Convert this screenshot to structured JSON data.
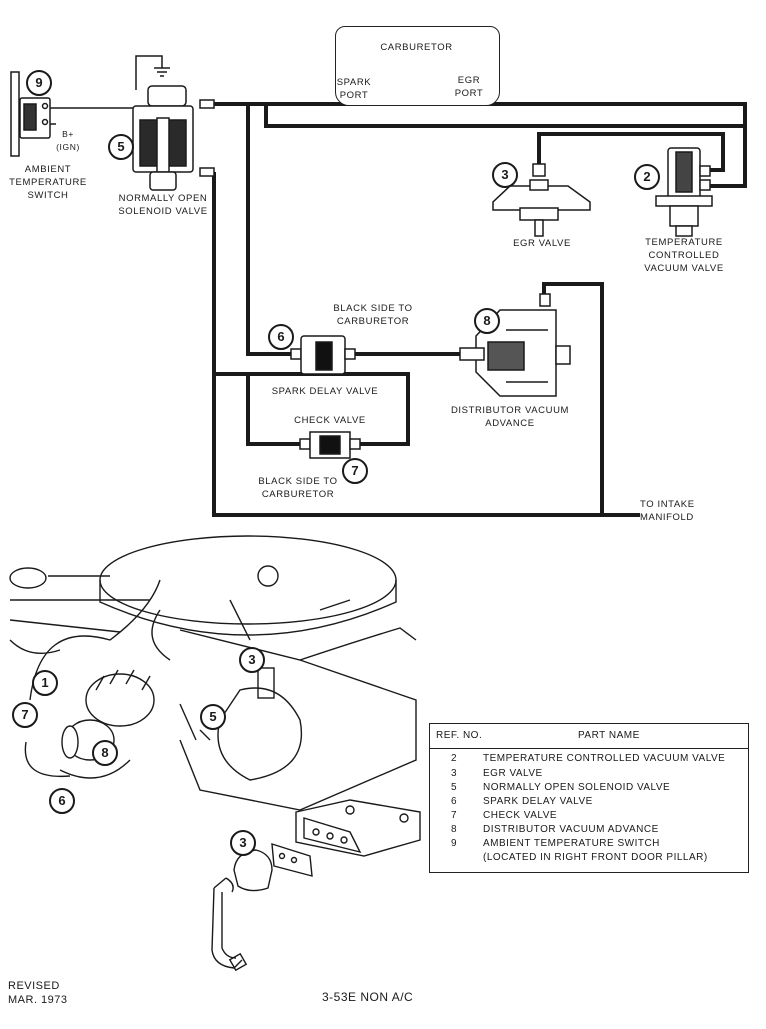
{
  "labels": {
    "carburetor": "CARBURETOR",
    "spark_port": "SPARK\nPORT",
    "egr_port": "EGR\nPORT",
    "ambient_switch": "AMBIENT\nTEMPERATURE\nSWITCH",
    "b_plus": "B+\n(IGN)",
    "solenoid": "NORMALLY OPEN\nSOLENOID VALVE",
    "egr_valve": "EGR VALVE",
    "temp_valve": "TEMPERATURE\nCONTROLLED\nVACUUM VALVE",
    "black_side_top": "BLACK SIDE TO\nCARBURETOR",
    "spark_delay": "SPARK DELAY VALVE",
    "distributor": "DISTRIBUTOR VACUUM\nADVANCE",
    "check_valve": "CHECK VALVE",
    "black_side_bottom": "BLACK SIDE TO\nCARBURETOR",
    "intake": "TO INTAKE\nMANIFOLD"
  },
  "callouts": {
    "n9": "9",
    "n5": "5",
    "n3": "3",
    "n2": "2",
    "n6": "6",
    "n8": "8",
    "n7": "7",
    "e3": "3",
    "e1": "1",
    "e7": "7",
    "e5": "5",
    "e8": "8",
    "e6": "6",
    "e3b": "3"
  },
  "table": {
    "header_ref": "REF. NO.",
    "header_part": "PART NAME",
    "rows": [
      {
        "ref": "2",
        "part": "TEMPERATURE CONTROLLED VACUUM VALVE"
      },
      {
        "ref": "3",
        "part": "EGR VALVE"
      },
      {
        "ref": "5",
        "part": "NORMALLY OPEN SOLENOID VALVE"
      },
      {
        "ref": "6",
        "part": "SPARK DELAY VALVE"
      },
      {
        "ref": "7",
        "part": "CHECK VALVE"
      },
      {
        "ref": "8",
        "part": "DISTRIBUTOR VACUUM ADVANCE"
      },
      {
        "ref": "9",
        "part": "AMBIENT TEMPERATURE SWITCH"
      },
      {
        "ref": "",
        "part": "(LOCATED IN  RIGHT FRONT DOOR PILLAR)"
      }
    ]
  },
  "footer": {
    "revised": "REVISED\nMAR. 1973",
    "page_id": "3-53E NON A/C"
  }
}
